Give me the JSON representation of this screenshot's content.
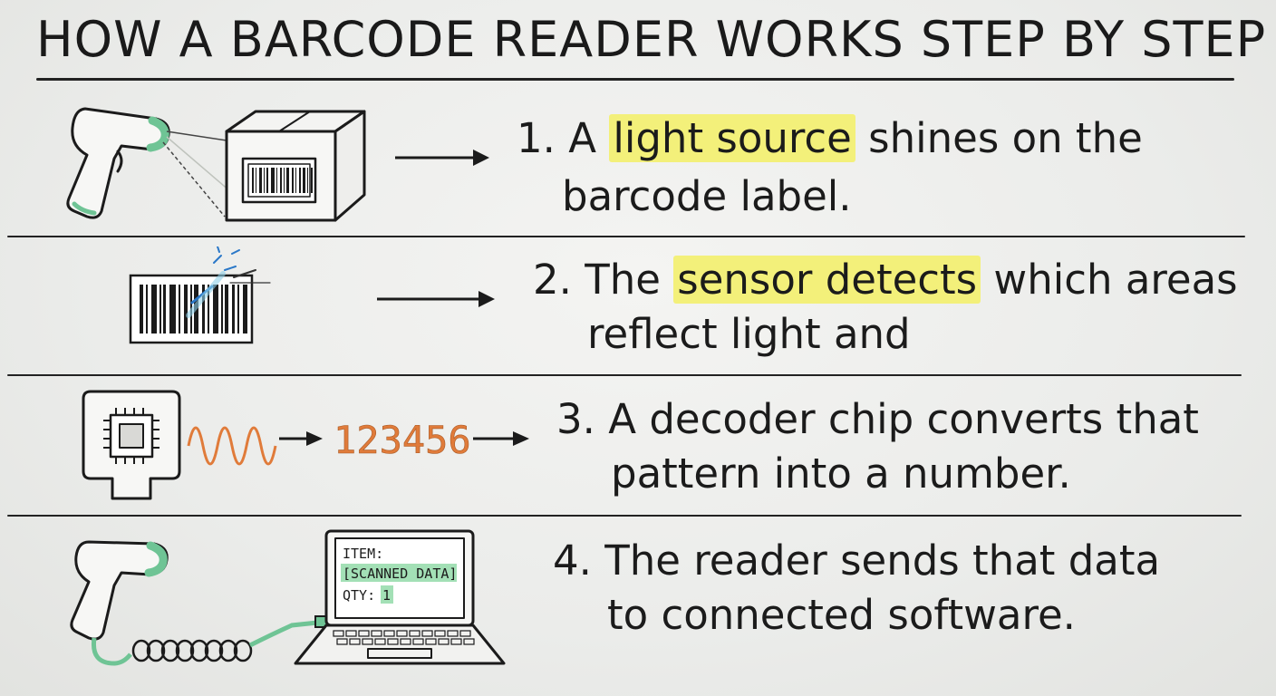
{
  "title": "HOW A BARCODE READER WORKS STEP BY STEP",
  "colors": {
    "ink": "#1b1b1b",
    "highlight": "#f3f07a",
    "green": "#6fc495",
    "orange": "#e07b3a",
    "blue": "#2a78c8"
  },
  "steps": [
    {
      "number": "1.",
      "pre": "A",
      "highlight": "light source",
      "post": "shines on the",
      "line2": "barcode label."
    },
    {
      "number": "2.",
      "pre": "The",
      "highlight": "sensor detects",
      "post": "which areas",
      "line2": "reflect light and"
    },
    {
      "number": "3.",
      "line1": "A decoder chip converts that",
      "line2": "pattern into a number."
    },
    {
      "number": "4.",
      "line1": "The reader sends that data",
      "line2": "to connected software."
    }
  ],
  "decoded_number": "123456",
  "screen": {
    "item_label": "ITEM:",
    "data_label": "[SCANNED DATA]",
    "qty_label": "QTY:",
    "qty_value": "1"
  }
}
